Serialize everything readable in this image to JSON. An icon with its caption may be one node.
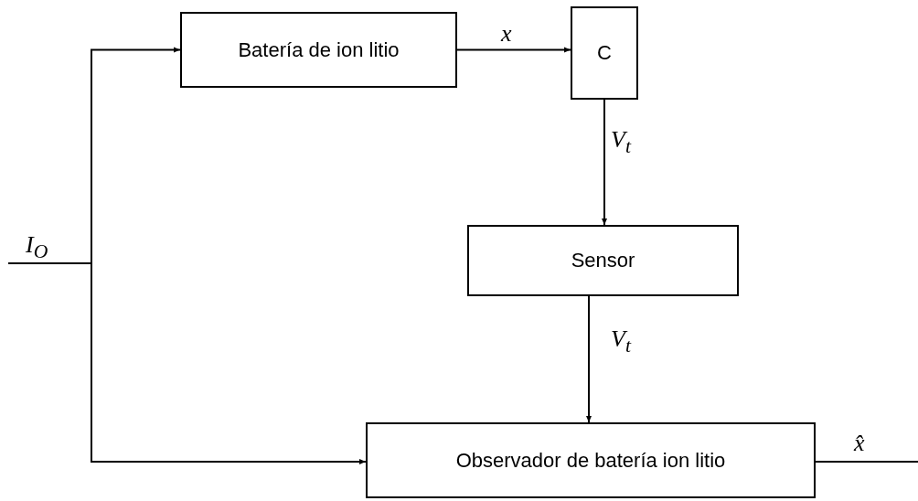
{
  "diagram": {
    "nodes": [
      {
        "text": [
          "Batería de ion litio"
        ]
      },
      {
        "text": [
          "C"
        ]
      },
      {
        "text": [
          "Sensor"
        ]
      },
      {
        "text": [
          "Observador de batería ion litio"
        ]
      }
    ],
    "edges": [
      {
        "from": null,
        "to": 0,
        "arrow": "to",
        "label": "I$_{O}$"
      },
      {
        "from": null,
        "to": 3,
        "arrow": "to"
      },
      {
        "from": 0,
        "to": 1,
        "arrow": "to",
        "label": "x"
      },
      {
        "from": 1,
        "to": 2,
        "arrow": "to",
        "label": "V$_{t}$"
      },
      {
        "from": 2,
        "to": 3,
        "arrow": "to",
        "label": "V$_{t}$"
      },
      {
        "from": 3,
        "to": null,
        "arrow": "none",
        "label": "x̂"
      }
    ]
  }
}
